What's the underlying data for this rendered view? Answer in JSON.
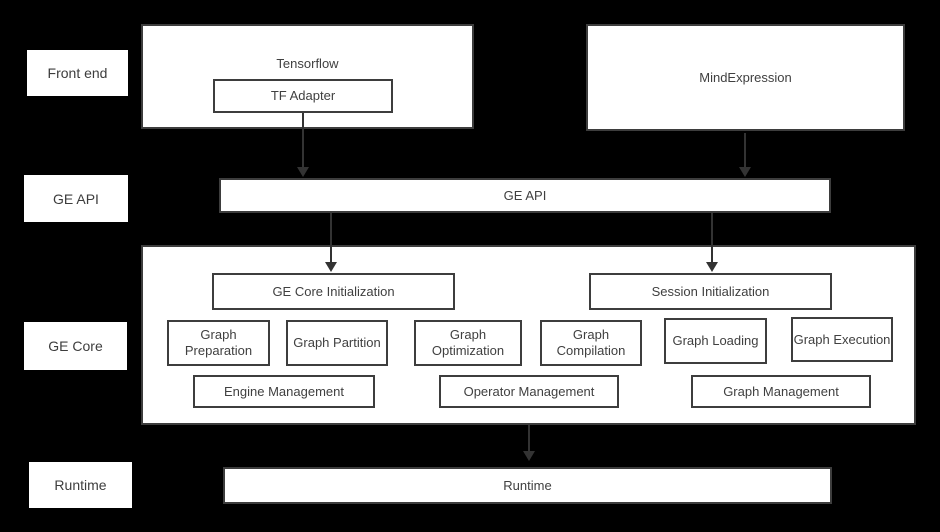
{
  "colors": {
    "background": "#000000",
    "box_fill": "#ffffff",
    "border": "#3d3d3d",
    "text": "#404040",
    "arrow": "#333333"
  },
  "side_labels": {
    "front_end": "Front end",
    "ge_api": "GE API",
    "ge_core": "GE Core",
    "runtime": "Runtime"
  },
  "front_end_row": {
    "tensorflow_label": "Tensorflow",
    "tf_adapter_label": "TF Adapter",
    "mindexpression_label": "MindExpression"
  },
  "ge_api_bar_label": "GE API",
  "ge_core_box": {
    "ge_core_initialization": "GE Core Initialization",
    "session_initialization": "Session Initialization",
    "stages": [
      "Graph Preparation",
      "Graph Partition",
      "Graph Optimization",
      "Graph Compilation",
      "Graph Loading",
      "Graph Execution"
    ],
    "management": [
      "Engine Management",
      "Operator Management",
      "Graph Management"
    ]
  },
  "runtime_bar_label": "Runtime"
}
